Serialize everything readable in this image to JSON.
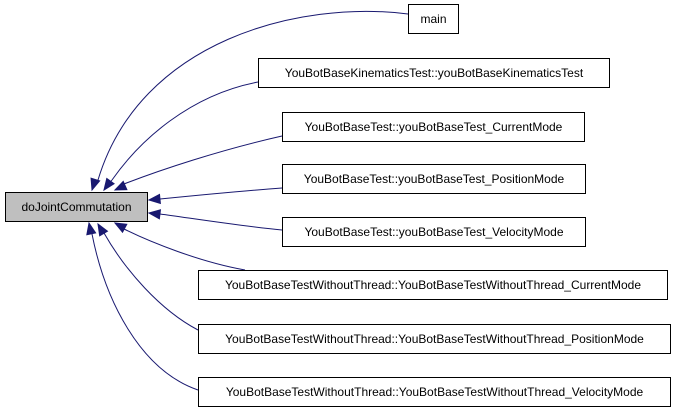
{
  "graph": {
    "edge_color": "#191970",
    "focus_fill": "#bfbfbf",
    "focus": {
      "id": "focus",
      "label": "doJointCommutation"
    },
    "callers": [
      {
        "id": "main",
        "label": "main"
      },
      {
        "id": "kinematics",
        "label": "YouBotBaseKinematicsTest::youBotBaseKinematicsTest"
      },
      {
        "id": "current",
        "label": "YouBotBaseTest::youBotBaseTest_CurrentMode"
      },
      {
        "id": "position",
        "label": "YouBotBaseTest::youBotBaseTest_PositionMode"
      },
      {
        "id": "velocity",
        "label": "YouBotBaseTest::youBotBaseTest_VelocityMode"
      },
      {
        "id": "wt-current",
        "label": "YouBotBaseTestWithoutThread::YouBotBaseTestWithoutThread_CurrentMode"
      },
      {
        "id": "wt-position",
        "label": "YouBotBaseTestWithoutThread::YouBotBaseTestWithoutThread_PositionMode"
      },
      {
        "id": "wt-velocity",
        "label": "YouBotBaseTestWithoutThread::YouBotBaseTestWithoutThread_VelocityMode"
      }
    ]
  }
}
